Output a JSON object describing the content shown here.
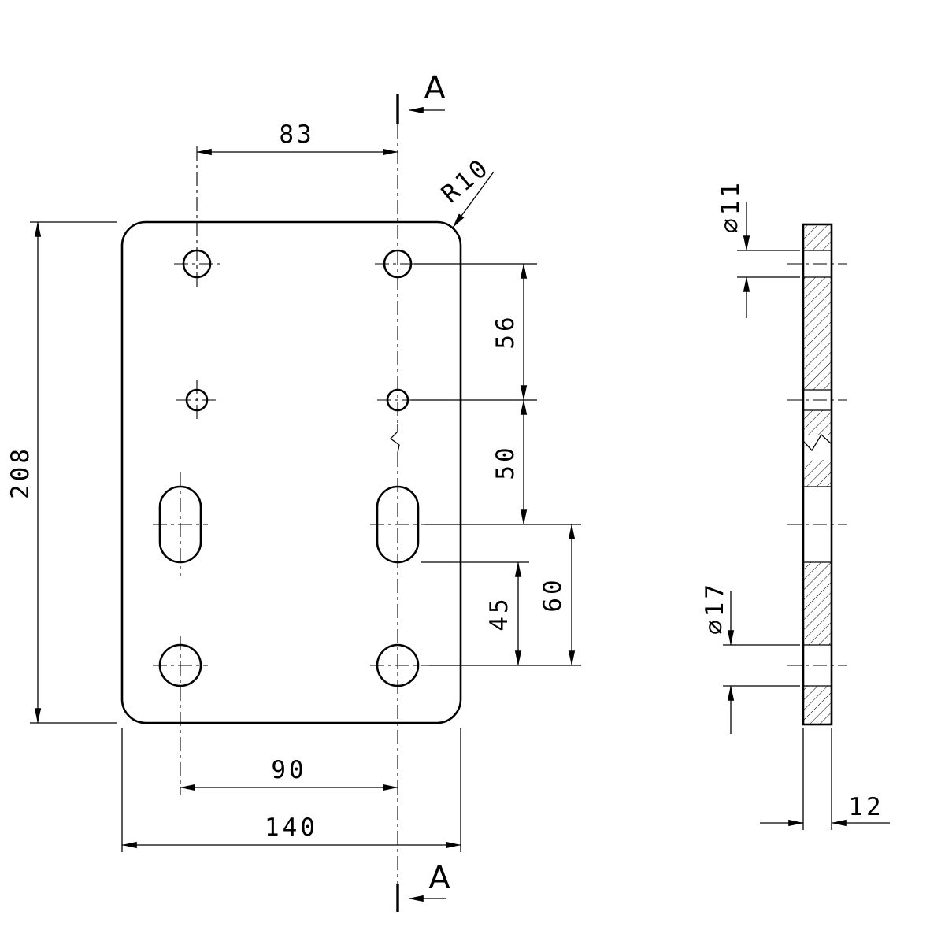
{
  "title": "Plate technical drawing, front view and section A-A",
  "section": {
    "top": "A",
    "bottom": "A"
  },
  "dims": {
    "spacing83": "83",
    "radius": "R10",
    "height": "208",
    "v56": "56",
    "v50": "50",
    "v60": "60",
    "v45": "45",
    "spacing90": "90",
    "width": "140",
    "dia11": "∅11",
    "dia17": "∅17",
    "thickness": "12"
  }
}
